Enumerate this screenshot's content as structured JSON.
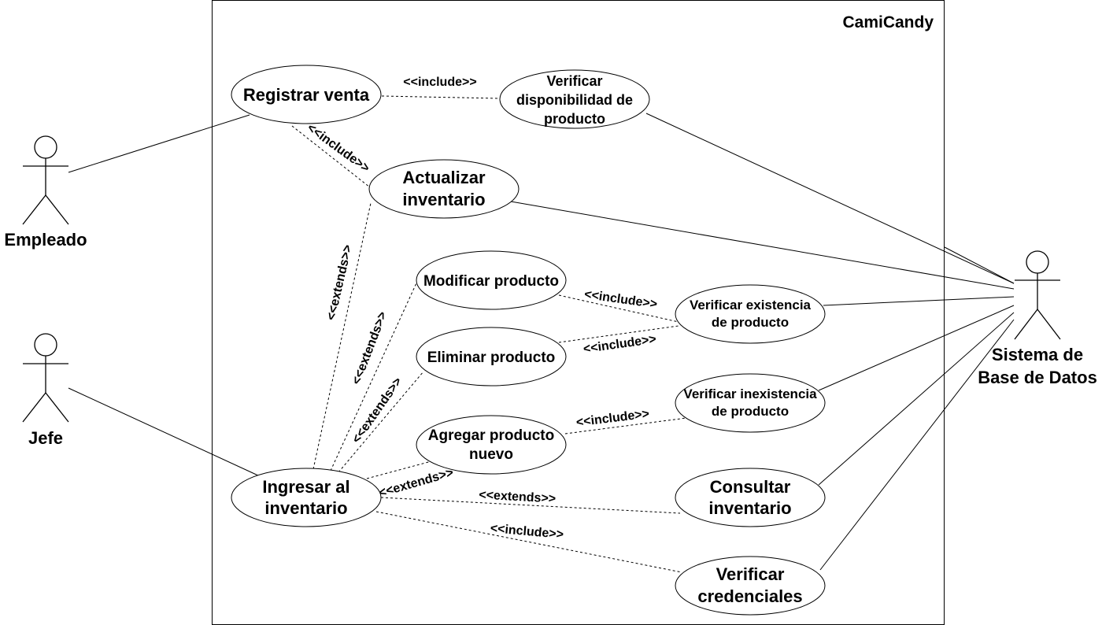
{
  "system": {
    "title": "CamiCandy"
  },
  "actors": {
    "empleado": "Empleado",
    "jefe": "Jefe",
    "sistema_line1": "Sistema de",
    "sistema_line2": "Base de Datos"
  },
  "use_cases": {
    "registrar_venta": [
      "Registrar venta"
    ],
    "verificar_disponibilidad": [
      "Verificar",
      "disponibilidad de",
      "producto"
    ],
    "actualizar_inventario": [
      "Actualizar",
      "inventario"
    ],
    "modificar_producto": [
      "Modificar producto"
    ],
    "eliminar_producto": [
      "Eliminar producto"
    ],
    "agregar_producto": [
      "Agregar producto",
      "nuevo"
    ],
    "verificar_existencia": [
      "Verificar existencia",
      "de producto"
    ],
    "verificar_inexistencia": [
      "Verificar inexistencia",
      "de producto"
    ],
    "ingresar_inventario": [
      "Ingresar al",
      "inventario"
    ],
    "consultar_inventario": [
      "Consultar",
      "inventario"
    ],
    "verificar_credenciales": [
      "Verificar",
      "credenciales"
    ]
  },
  "relations": {
    "include": "<<include>>",
    "extends": "<<extends>>"
  }
}
